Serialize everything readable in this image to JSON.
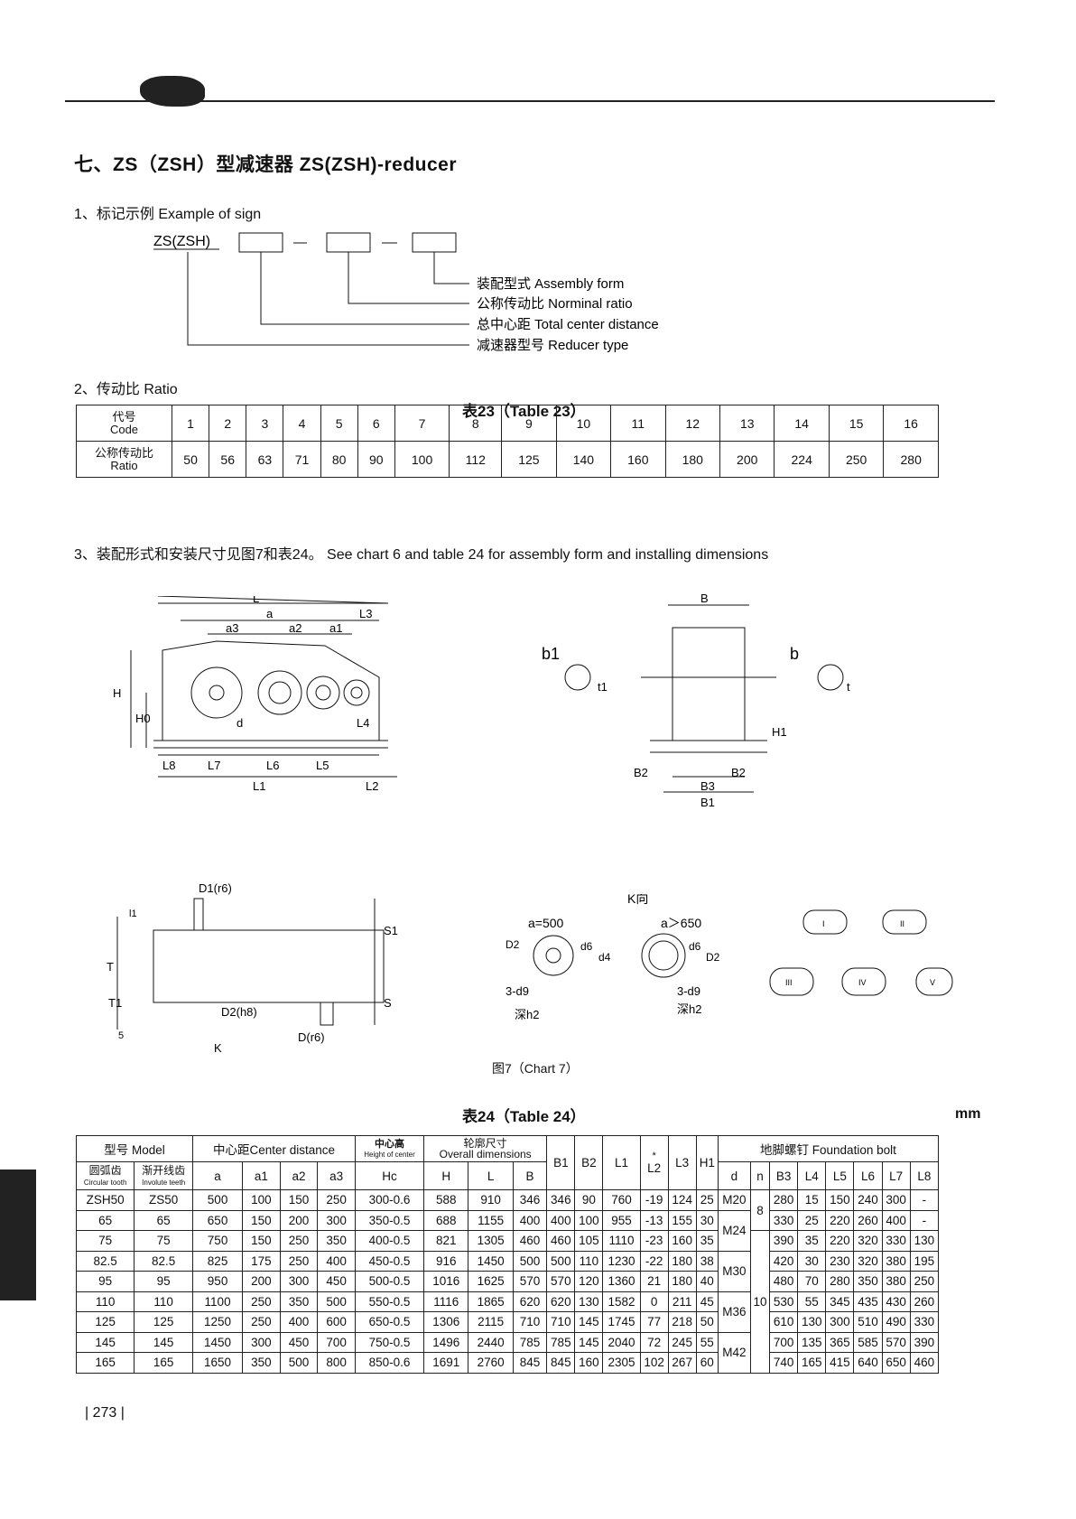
{
  "heading": "七、ZS（ZSH）型减速器   ZS(ZSH)-reducer",
  "section1": "1、标记示例 Example of sign",
  "sign": {
    "prefix": "ZS(ZSH)",
    "labels": [
      "装配型式 Assembly form",
      "公称传动比  Norminal ratio",
      "总中心距  Total center distance",
      "减速器型号 Reducer type"
    ]
  },
  "section2": "2、传动比 Ratio",
  "table23": {
    "caption": "表23（Table 23）",
    "row1_label": [
      "代号",
      "Code"
    ],
    "row2_label": [
      "公称传动比",
      "Ratio"
    ],
    "codes": [
      "1",
      "2",
      "3",
      "4",
      "5",
      "6",
      "7",
      "8",
      "9",
      "10",
      "11",
      "12",
      "13",
      "14",
      "15",
      "16"
    ],
    "ratios": [
      "50",
      "56",
      "63",
      "71",
      "80",
      "90",
      "100",
      "112",
      "125",
      "140",
      "160",
      "180",
      "200",
      "224",
      "250",
      "280"
    ]
  },
  "section3": "3、装配形式和安装尺寸见图7和表24。  See chart 6 and table 24 for assembly form and installing dimensions",
  "diagrams": {
    "front": [
      "L",
      "a",
      "L3",
      "a3",
      "a2",
      "a1",
      "H",
      "H0",
      "d",
      "L4",
      "L8",
      "L7",
      "L6",
      "L5",
      "L1",
      "L2"
    ],
    "side": [
      "B",
      "b1",
      "t1",
      "b",
      "t",
      "H1",
      "B2",
      "B2",
      "B3",
      "B1"
    ],
    "top": [
      "D1(r6)",
      "l1",
      "T",
      "T1",
      "S1",
      "S",
      "5",
      "D2(h8)",
      "D(r6)",
      "K"
    ],
    "kview": [
      "K向",
      "a=500",
      "a＞650",
      "D2",
      "d6",
      "d4",
      "d6",
      "D2",
      "3-d9",
      "3-d9",
      "深h2",
      "深h2"
    ],
    "forms": [
      "I",
      "II",
      "III",
      "IV",
      "V"
    ],
    "caption": "图7（Chart 7）"
  },
  "table24": {
    "caption": "表24（Table 24）",
    "unit": "mm",
    "h_model": "型号 Model",
    "h_center": "中心距Center distance",
    "h_height": [
      "中心高",
      "Height of center"
    ],
    "h_overall": [
      "轮廓尺寸",
      "Overall dimensions"
    ],
    "h_foundation": "地脚螺钉 Foundation bolt",
    "h_circular": [
      "圆弧齿",
      "Circular tooth"
    ],
    "h_involute": [
      "渐开线齿",
      "Involute teeth"
    ],
    "cols": [
      "a",
      "a1",
      "a2",
      "a3",
      "Hc",
      "H",
      "L",
      "B",
      "B1",
      "B2",
      "L1",
      "L2",
      "L3",
      "H1",
      "d",
      "n",
      "B3",
      "L4",
      "L5",
      "L6",
      "L7",
      "L8"
    ],
    "star": "*",
    "rows": [
      [
        "ZSH50",
        "ZS50",
        "500",
        "100",
        "150",
        "250",
        "300-0.6",
        "588",
        "910",
        "346",
        "346",
        "90",
        "760",
        "-19",
        "124",
        "25",
        "280",
        "15",
        "150",
        "240",
        "300",
        "-"
      ],
      [
        "65",
        "65",
        "650",
        "150",
        "200",
        "300",
        "350-0.5",
        "688",
        "1155",
        "400",
        "400",
        "100",
        "955",
        "-13",
        "155",
        "30",
        "330",
        "25",
        "220",
        "260",
        "400",
        "-"
      ],
      [
        "75",
        "75",
        "750",
        "150",
        "250",
        "350",
        "400-0.5",
        "821",
        "1305",
        "460",
        "460",
        "105",
        "1110",
        "-23",
        "160",
        "35",
        "390",
        "35",
        "220",
        "320",
        "330",
        "130"
      ],
      [
        "82.5",
        "82.5",
        "825",
        "175",
        "250",
        "400",
        "450-0.5",
        "916",
        "1450",
        "500",
        "500",
        "110",
        "1230",
        "-22",
        "180",
        "38",
        "420",
        "30",
        "230",
        "320",
        "380",
        "195"
      ],
      [
        "95",
        "95",
        "950",
        "200",
        "300",
        "450",
        "500-0.5",
        "1016",
        "1625",
        "570",
        "570",
        "120",
        "1360",
        "21",
        "180",
        "40",
        "480",
        "70",
        "280",
        "350",
        "380",
        "250"
      ],
      [
        "110",
        "110",
        "1100",
        "250",
        "350",
        "500",
        "550-0.5",
        "1116",
        "1865",
        "620",
        "620",
        "130",
        "1582",
        "0",
        "211",
        "45",
        "530",
        "55",
        "345",
        "435",
        "430",
        "260"
      ],
      [
        "125",
        "125",
        "1250",
        "250",
        "400",
        "600",
        "650-0.5",
        "1306",
        "2115",
        "710",
        "710",
        "145",
        "1745",
        "77",
        "218",
        "50",
        "610",
        "130",
        "300",
        "510",
        "490",
        "330"
      ],
      [
        "145",
        "145",
        "1450",
        "300",
        "450",
        "700",
        "750-0.5",
        "1496",
        "2440",
        "785",
        "785",
        "145",
        "2040",
        "72",
        "245",
        "55",
        "700",
        "135",
        "365",
        "585",
        "570",
        "390"
      ],
      [
        "165",
        "165",
        "1650",
        "350",
        "500",
        "800",
        "850-0.6",
        "1691",
        "2760",
        "845",
        "845",
        "160",
        "2305",
        "102",
        "267",
        "60",
        "740",
        "165",
        "415",
        "640",
        "650",
        "460"
      ]
    ],
    "d_groups": [
      {
        "value": "M20",
        "span": 1
      },
      {
        "value": "M24",
        "span": 2
      },
      {
        "value": "M30",
        "span": 2
      },
      {
        "value": "M36",
        "span": 2
      },
      {
        "value": "M42",
        "span": 2
      }
    ],
    "n_groups": [
      {
        "value": "8",
        "span": 2
      },
      {
        "value": "10",
        "span": 7
      }
    ]
  },
  "page_number": "273"
}
